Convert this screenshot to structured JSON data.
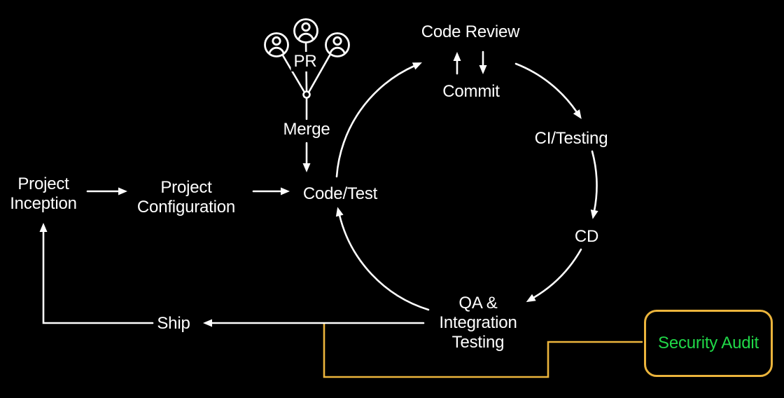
{
  "colors": {
    "background": "#000000",
    "line": "#ffffff",
    "audit_border": "#EBB43C",
    "audit_text": "#20D848"
  },
  "nodes": {
    "project_inception": "Project\nInception",
    "project_configuration": "Project\nConfiguration",
    "code_test": "Code/Test",
    "pr": "PR",
    "merge": "Merge",
    "code_review": "Code Review",
    "commit": "Commit",
    "ci_testing": "CI/Testing",
    "cd": "CD",
    "qa": "QA &\nIntegration\nTesting",
    "ship": "Ship",
    "security_audit": "Security Audit"
  },
  "edges": [
    "Project Inception -> Project Configuration",
    "Project Configuration -> Code/Test",
    "PR (3 contributors) -> Merge -> Code/Test",
    "Code/Test -> Code Review",
    "Code Review <-> Commit",
    "Code Review -> CI/Testing",
    "CI/Testing -> CD",
    "CD -> QA & Integration Testing",
    "QA & Integration Testing -> Code/Test",
    "QA & Integration Testing -> Ship",
    "Ship -> Project Inception",
    "Security Audit - QA & Integration Testing / Ship line"
  ]
}
